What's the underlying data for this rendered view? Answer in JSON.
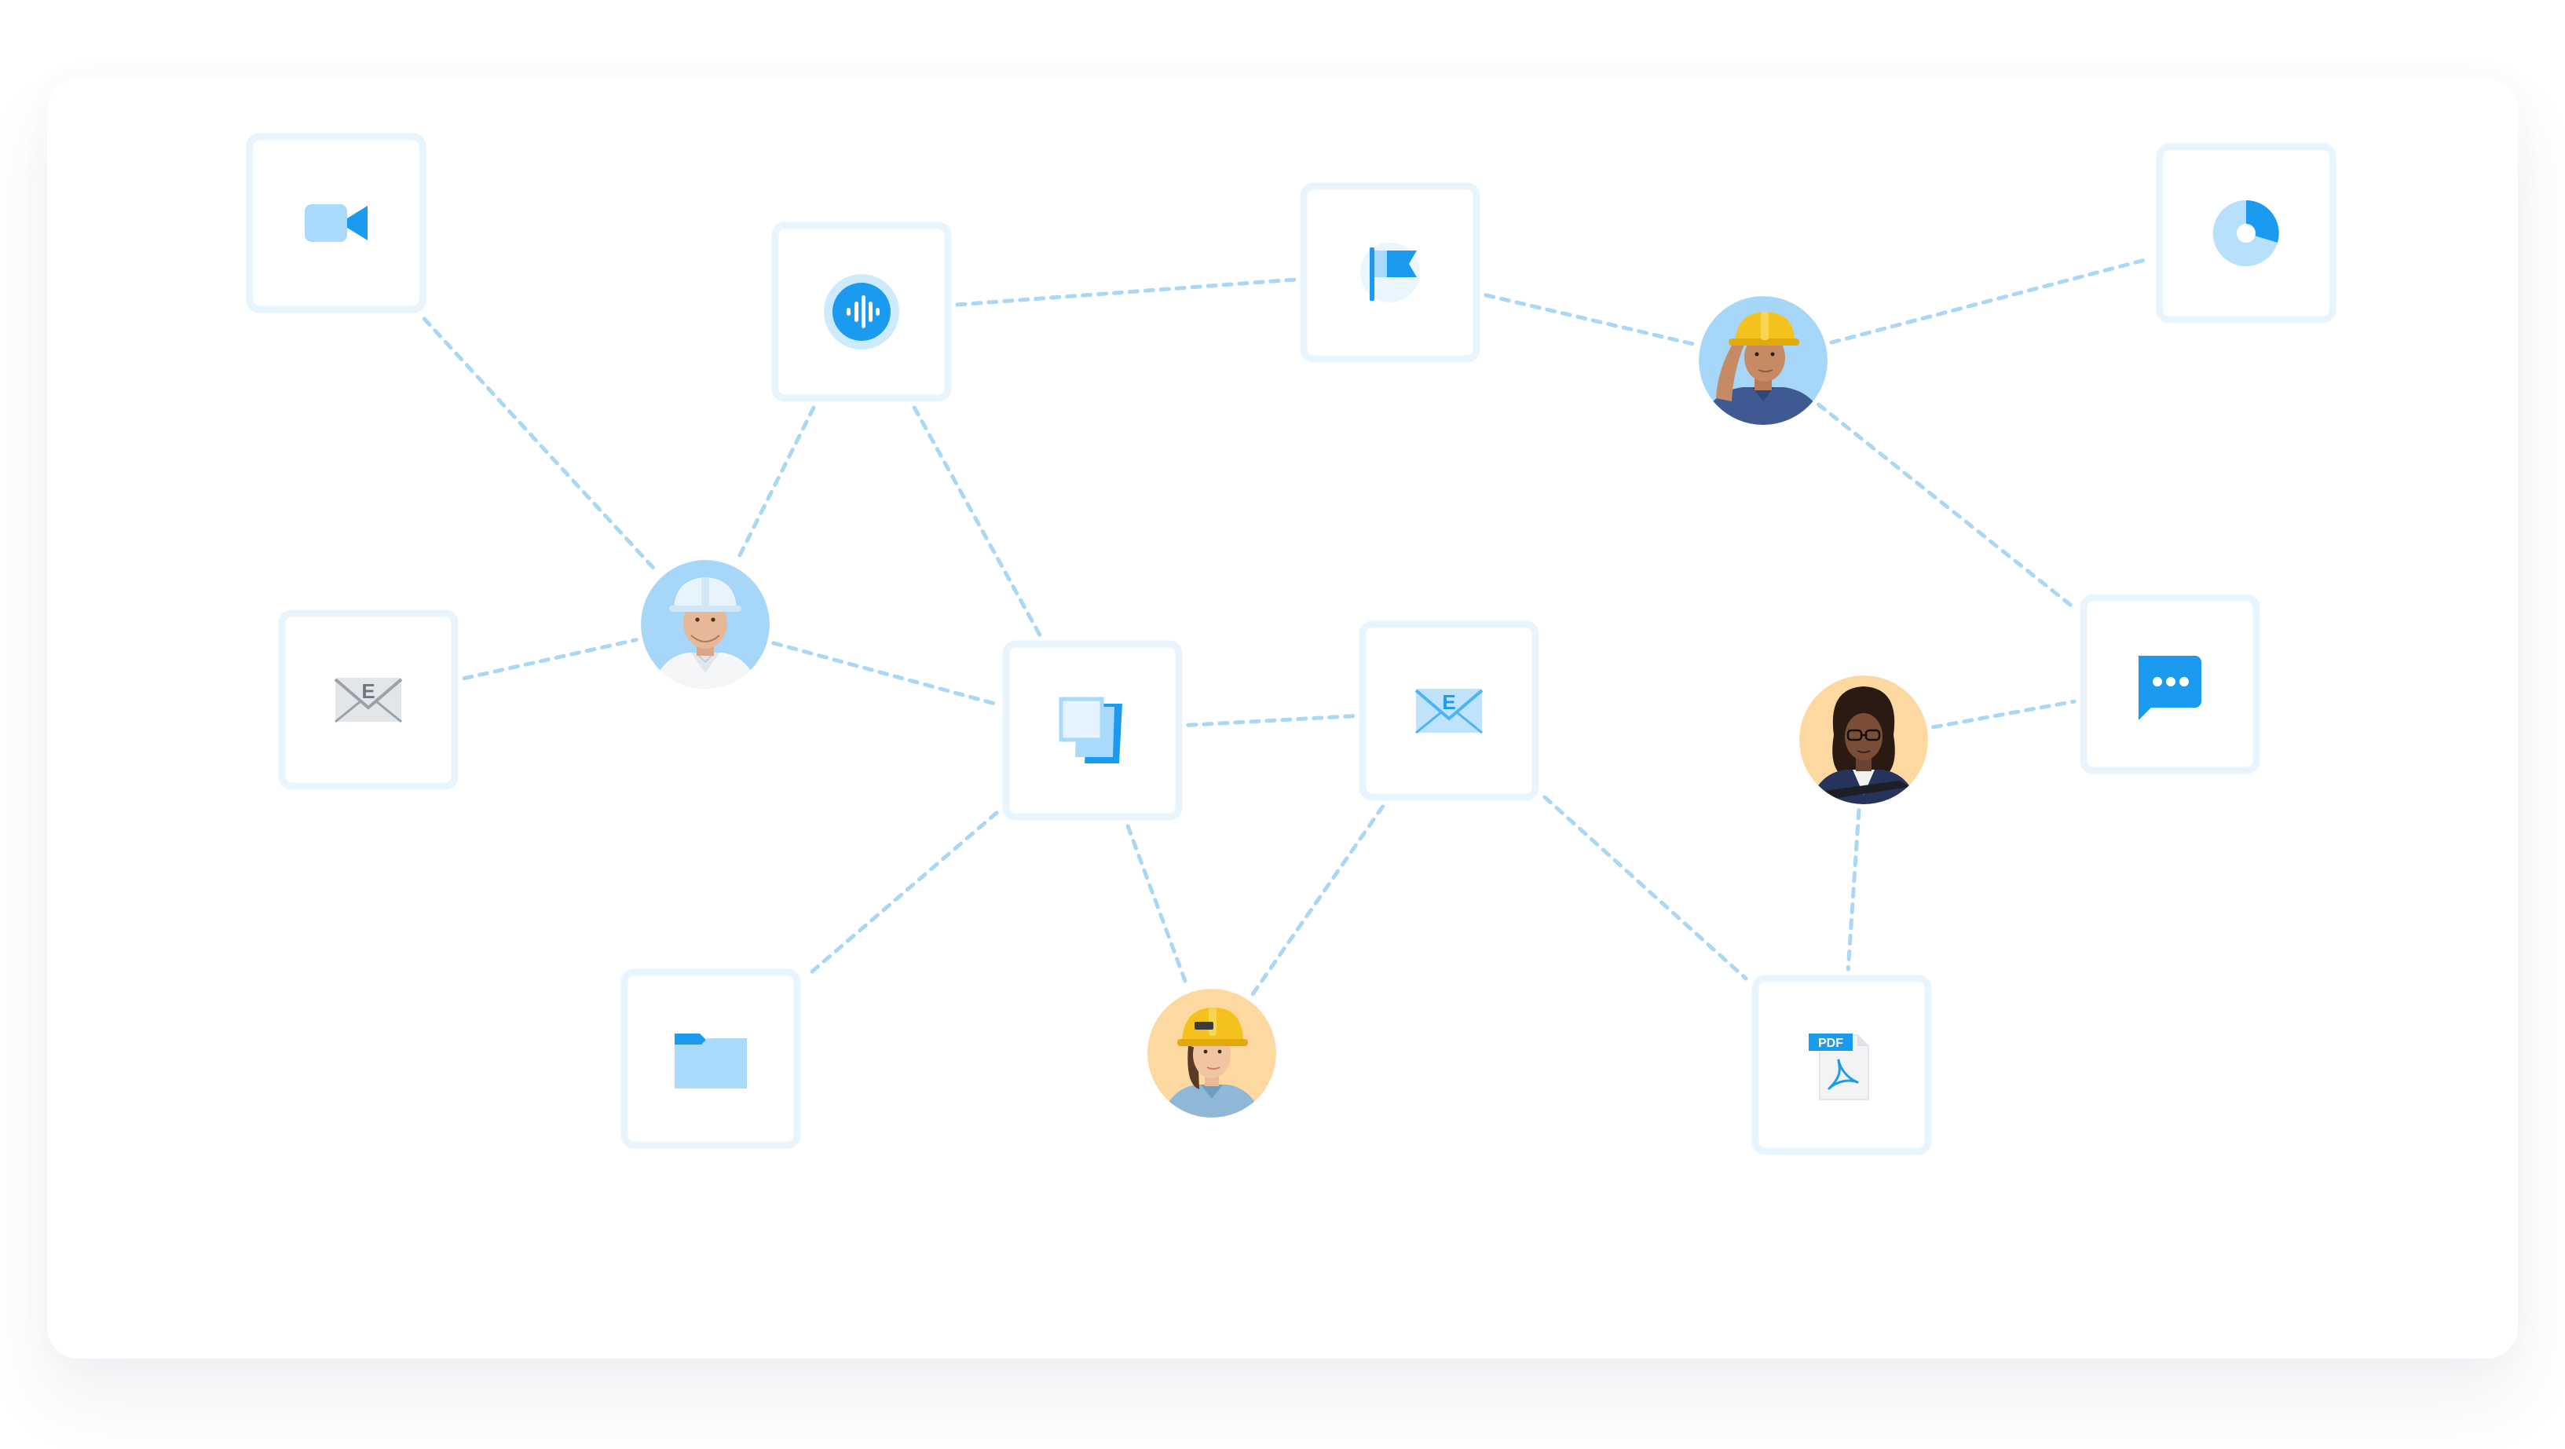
{
  "diagram": {
    "nodes": [
      {
        "id": "video",
        "kind": "tile",
        "icon": "video-camera-icon"
      },
      {
        "id": "audio",
        "kind": "tile",
        "icon": "audio-waveform-icon"
      },
      {
        "id": "flag",
        "kind": "tile",
        "icon": "flag-icon"
      },
      {
        "id": "chart",
        "kind": "tile",
        "icon": "pie-chart-icon"
      },
      {
        "id": "email-gray",
        "kind": "tile",
        "icon": "envelope-e-icon",
        "letter": "E"
      },
      {
        "id": "layers",
        "kind": "tile",
        "icon": "layers-icon"
      },
      {
        "id": "email-blue",
        "kind": "tile",
        "icon": "envelope-e-icon",
        "letter": "E"
      },
      {
        "id": "chat",
        "kind": "tile",
        "icon": "chat-bubble-icon"
      },
      {
        "id": "folder",
        "kind": "tile",
        "icon": "folder-icon"
      },
      {
        "id": "pdf",
        "kind": "tile",
        "icon": "pdf-file-icon",
        "badge": "PDF"
      },
      {
        "id": "person-1",
        "kind": "avatar",
        "icon": "worker-white-helmet-avatar"
      },
      {
        "id": "person-2",
        "kind": "avatar",
        "icon": "worker-yellow-helmet-male-avatar"
      },
      {
        "id": "person-3",
        "kind": "avatar",
        "icon": "worker-yellow-helmet-female-avatar"
      },
      {
        "id": "person-4",
        "kind": "avatar",
        "icon": "businesswoman-avatar"
      }
    ],
    "edges": [
      [
        "video",
        "person-1"
      ],
      [
        "audio",
        "person-1"
      ],
      [
        "email-gray",
        "person-1"
      ],
      [
        "person-1",
        "layers"
      ],
      [
        "audio",
        "flag"
      ],
      [
        "audio",
        "layers"
      ],
      [
        "flag",
        "person-2"
      ],
      [
        "person-2",
        "chart"
      ],
      [
        "person-2",
        "chat"
      ],
      [
        "layers",
        "email-blue"
      ],
      [
        "layers",
        "folder"
      ],
      [
        "layers",
        "person-3"
      ],
      [
        "email-blue",
        "person-3"
      ],
      [
        "email-blue",
        "pdf"
      ],
      [
        "person-4",
        "chat"
      ],
      [
        "person-4",
        "pdf"
      ]
    ],
    "colors": {
      "accent": "#1a9bef",
      "accent_light": "#a9dafc",
      "tile_border": "#e9f4fd",
      "dash": "#a9d7f6",
      "gray_icon": "#9aa1a8"
    }
  }
}
